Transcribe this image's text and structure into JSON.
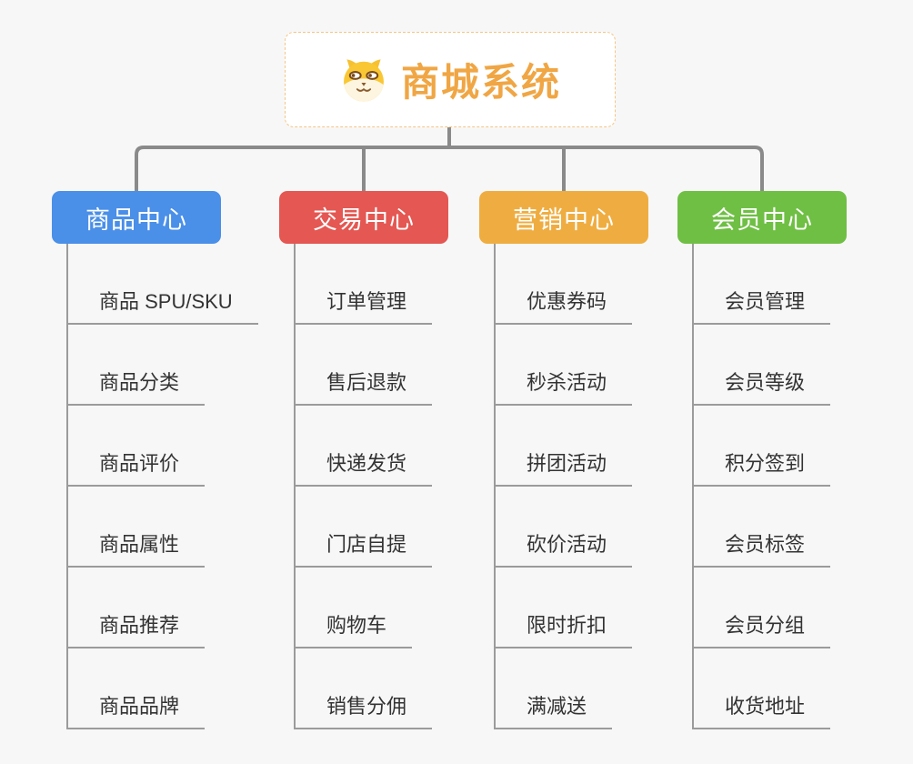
{
  "root": {
    "label": "商城系统",
    "icon": "shiba-dog-icon",
    "text_color": "#f0a644",
    "border_color": "#f5c583",
    "background": "#ffffff"
  },
  "branches": [
    {
      "label": "商品中心",
      "color": "#4a8fe8",
      "children": [
        "商品 SPU/SKU",
        "商品分类",
        "商品评价",
        "商品属性",
        "商品推荐",
        "商品品牌"
      ]
    },
    {
      "label": "交易中心",
      "color": "#e45752",
      "children": [
        "订单管理",
        "售后退款",
        "快递发货",
        "门店自提",
        "购物车",
        "销售分佣"
      ]
    },
    {
      "label": "营销中心",
      "color": "#efad41",
      "children": [
        "优惠券码",
        "秒杀活动",
        "拼团活动",
        "砍价活动",
        "限时折扣",
        "满减送"
      ]
    },
    {
      "label": "会员中心",
      "color": "#6fbf44",
      "children": [
        "会员管理",
        "会员等级",
        "积分签到",
        "会员标签",
        "会员分组",
        "收货地址"
      ]
    }
  ],
  "colors": {
    "canvas_background": "#f7f7f7",
    "connector_line": "#8a8a8a",
    "tree_line": "#9b9b9b",
    "leaf_text": "#333333"
  }
}
